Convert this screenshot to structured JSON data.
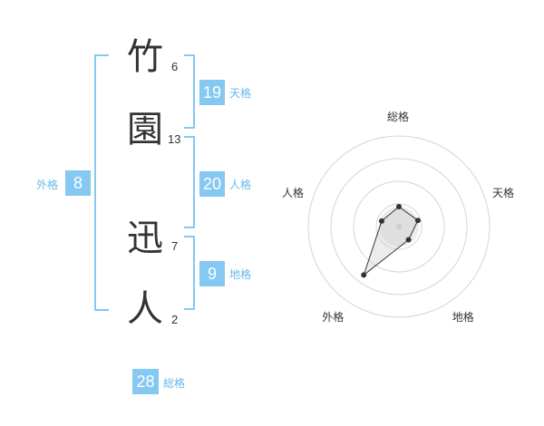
{
  "name": {
    "chars": [
      {
        "char": "竹",
        "strokes": "6"
      },
      {
        "char": "園",
        "strokes": "13"
      },
      {
        "char": "迅",
        "strokes": "7"
      },
      {
        "char": "人",
        "strokes": "2"
      }
    ]
  },
  "kakaku": {
    "tenkaku": {
      "value": "19",
      "label": "天格"
    },
    "jinkaku": {
      "value": "20",
      "label": "人格"
    },
    "chikaku": {
      "value": "9",
      "label": "地格"
    },
    "gaikaku": {
      "value": "8",
      "label": "外格"
    },
    "soukaku": {
      "value": "28",
      "label": "総格"
    }
  },
  "colors": {
    "accent": "#85c8f2",
    "accent_text": "#6ab7ec"
  },
  "chart_data": {
    "type": "radar",
    "axes": [
      "総格",
      "天格",
      "地格",
      "外格",
      "人格"
    ],
    "values": [
      1.1,
      1.1,
      0.9,
      3.3,
      1.0
    ],
    "rmax": 5,
    "rings": 4
  }
}
